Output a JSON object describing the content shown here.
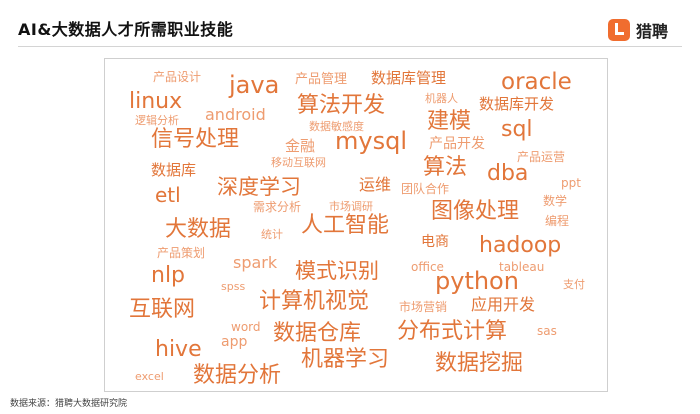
{
  "header": {
    "title": "AI&大数据人才所需职业技能",
    "logo_text": "猎聘",
    "logo_icon": "liepin-logo-icon",
    "accent": "#f06d2f"
  },
  "cloud": {
    "color_dark": "#e2763a",
    "color_light": "#ee9c70",
    "words": [
      {
        "text": "产品设计"
      },
      {
        "text": "java"
      },
      {
        "text": "产品管理"
      },
      {
        "text": "数据库管理"
      },
      {
        "text": "oracle"
      },
      {
        "text": "linux"
      },
      {
        "text": "android"
      },
      {
        "text": "算法开发"
      },
      {
        "text": "机器人"
      },
      {
        "text": "数据库开发"
      },
      {
        "text": "逻辑分析"
      },
      {
        "text": "建模"
      },
      {
        "text": "数据敏感度"
      },
      {
        "text": "sql"
      },
      {
        "text": "信号处理"
      },
      {
        "text": "金融"
      },
      {
        "text": "mysql"
      },
      {
        "text": "产品开发"
      },
      {
        "text": "产品运营"
      },
      {
        "text": "数据库"
      },
      {
        "text": "移动互联网"
      },
      {
        "text": "算法"
      },
      {
        "text": "dba"
      },
      {
        "text": "ppt"
      },
      {
        "text": "etl"
      },
      {
        "text": "深度学习"
      },
      {
        "text": "运维"
      },
      {
        "text": "团队合作"
      },
      {
        "text": "数学"
      },
      {
        "text": "需求分析"
      },
      {
        "text": "市场调研"
      },
      {
        "text": "图像处理"
      },
      {
        "text": "编程"
      },
      {
        "text": "大数据"
      },
      {
        "text": "人工智能"
      },
      {
        "text": "统计"
      },
      {
        "text": "电商"
      },
      {
        "text": "hadoop"
      },
      {
        "text": "产品策划"
      },
      {
        "text": "spark"
      },
      {
        "text": "nlp"
      },
      {
        "text": "模式识别"
      },
      {
        "text": "office"
      },
      {
        "text": "tableau"
      },
      {
        "text": "spss"
      },
      {
        "text": "python"
      },
      {
        "text": "支付"
      },
      {
        "text": "互联网"
      },
      {
        "text": "计算机视觉"
      },
      {
        "text": "市场营销"
      },
      {
        "text": "应用开发"
      },
      {
        "text": "word"
      },
      {
        "text": "app"
      },
      {
        "text": "数据仓库"
      },
      {
        "text": "分布式计算"
      },
      {
        "text": "sas"
      },
      {
        "text": "hive"
      },
      {
        "text": "机器学习"
      },
      {
        "text": "数据挖掘"
      },
      {
        "text": "excel"
      },
      {
        "text": "数据分析"
      }
    ]
  },
  "footer": {
    "source": "数据来源：猎聘大数据研究院"
  }
}
